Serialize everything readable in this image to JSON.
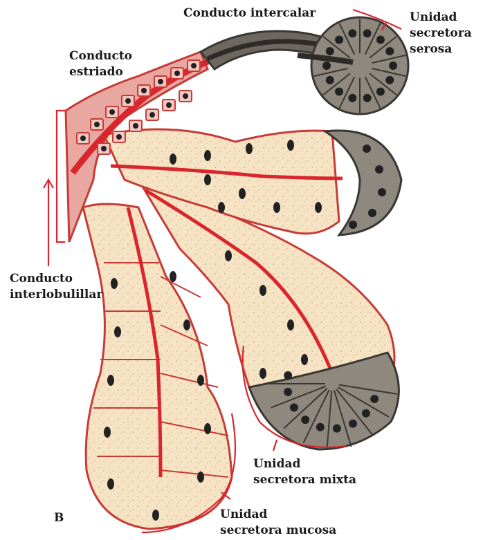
{
  "figure_letter": "B",
  "labels": {
    "conducto_intercalar": "Conducto intercalar",
    "unidad_serosa": [
      "Unidad",
      "secretora",
      "serosa"
    ],
    "conducto_estriado": [
      "Conducto",
      "estriado"
    ],
    "conducto_interlobulillar": [
      "Conducto",
      "interlobulillar"
    ],
    "unidad_mixta": [
      "Unidad",
      "secretora mixta"
    ],
    "unidad_mucosa": [
      "Unidad",
      "secretora mucosa"
    ]
  },
  "colors": {
    "duct_red": "#d9252c",
    "bracket_red": "#d8262e",
    "mucous_cell": "#f6e3c4",
    "mucous_outline": "#c73a36",
    "serous_cell": "#8f887e",
    "serous_dark": "#4a4540",
    "nucleus": "#222222",
    "label_text": "#1a1a1a"
  }
}
